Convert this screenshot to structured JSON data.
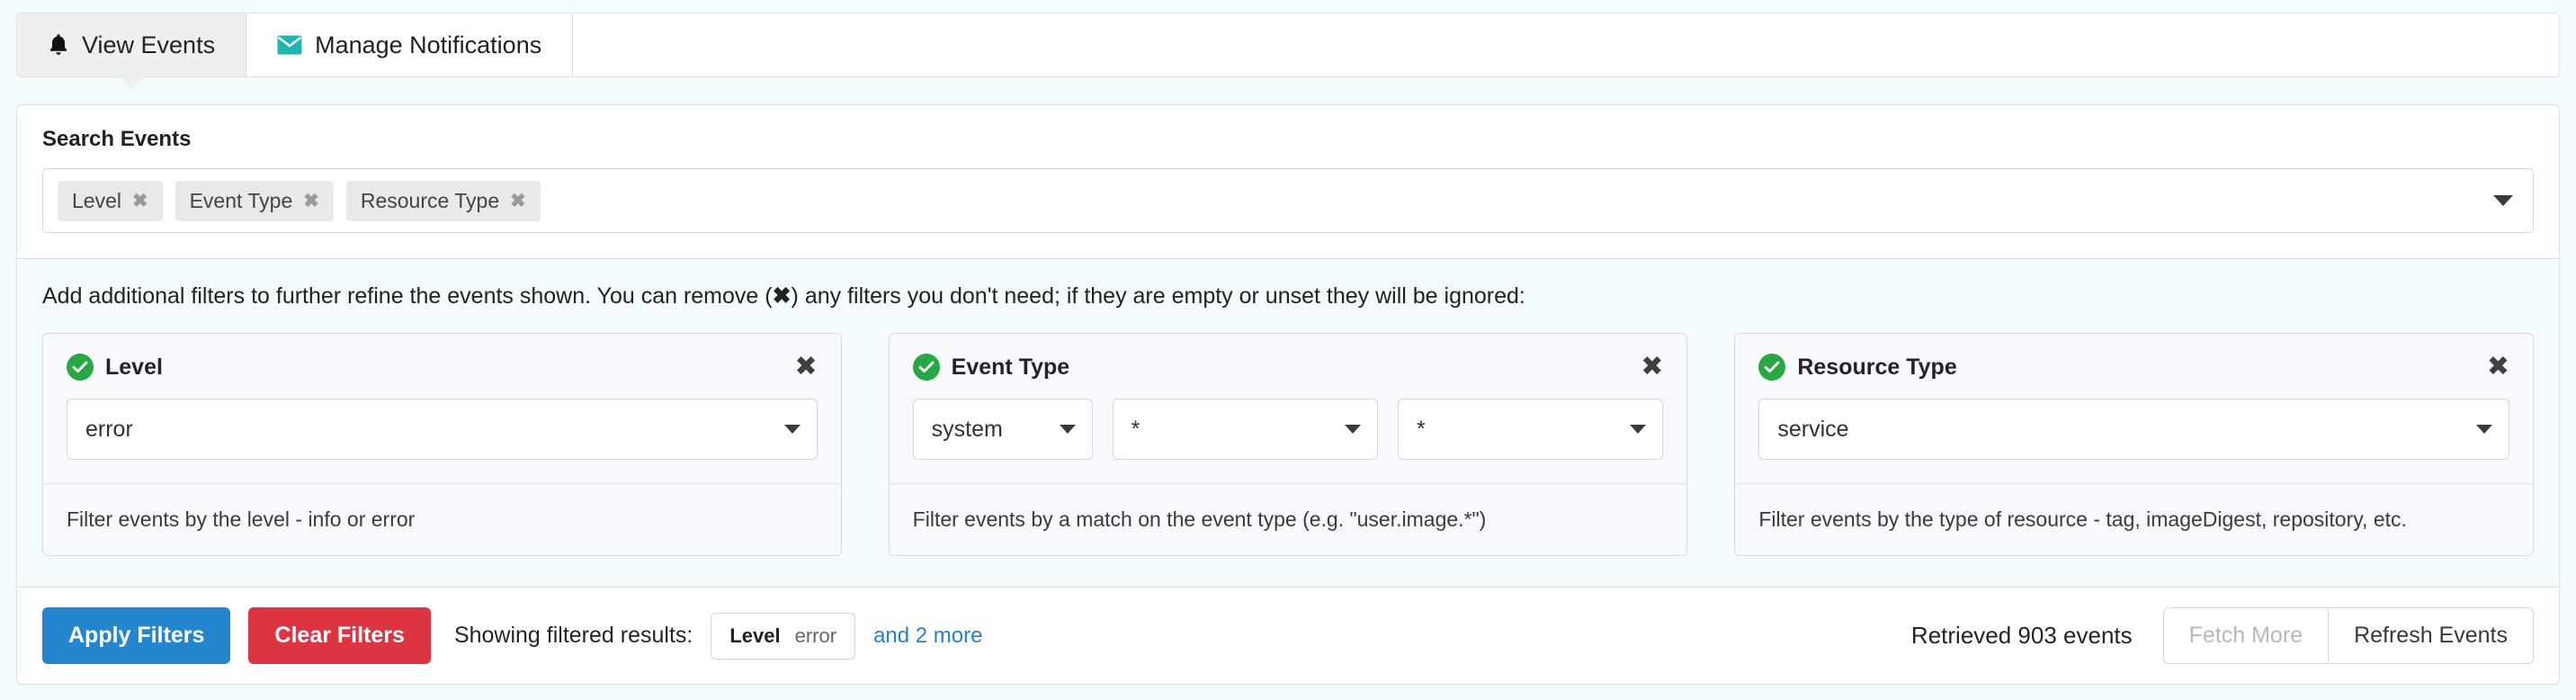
{
  "tabs": [
    {
      "label": "View Events",
      "icon": "bell-icon",
      "active": true
    },
    {
      "label": "Manage Notifications",
      "icon": "envelope-icon",
      "active": false
    }
  ],
  "search": {
    "label": "Search Events",
    "chips": [
      {
        "label": "Level",
        "remove": "✖"
      },
      {
        "label": "Event Type",
        "remove": "✖"
      },
      {
        "label": "Resource Type",
        "remove": "✖"
      }
    ]
  },
  "filters": {
    "help_prefix": "Add additional filters to further refine the events shown. You can remove (",
    "help_symbol": "✖",
    "help_suffix": ") any filters you don't need; if they are empty or unset they will be ignored:",
    "cards": [
      {
        "title": "Level",
        "close": "✖",
        "selects": [
          {
            "value": "error",
            "width": "wide"
          }
        ],
        "description": "Filter events by the level - info or error"
      },
      {
        "title": "Event Type",
        "close": "✖",
        "selects": [
          {
            "value": "system",
            "width": "narrow"
          },
          {
            "value": "*",
            "width": "wide"
          },
          {
            "value": "*",
            "width": "wide"
          }
        ],
        "description": "Filter events by a match on the event type (e.g. \"user.image.*\")"
      },
      {
        "title": "Resource Type",
        "close": "✖",
        "selects": [
          {
            "value": "service",
            "width": "wide"
          }
        ],
        "description": "Filter events by the type of resource - tag, imageDigest, repository, etc."
      }
    ]
  },
  "footer": {
    "apply_label": "Apply Filters",
    "clear_label": "Clear Filters",
    "showing_label": "Showing filtered results:",
    "result_badge": {
      "key": "Level",
      "value": "error"
    },
    "more_link": "and 2 more",
    "retrieved": "Retrieved 903 events",
    "fetch_more_label": "Fetch More",
    "refresh_label": "Refresh Events"
  },
  "colors": {
    "page_bg": "#f2fcfd",
    "filters_bg": "#f3fbfd",
    "primary": "#2486ce",
    "danger": "#dc3440",
    "success": "#28a745",
    "teal": "#20b5ae",
    "link": "#2a7fc9"
  }
}
